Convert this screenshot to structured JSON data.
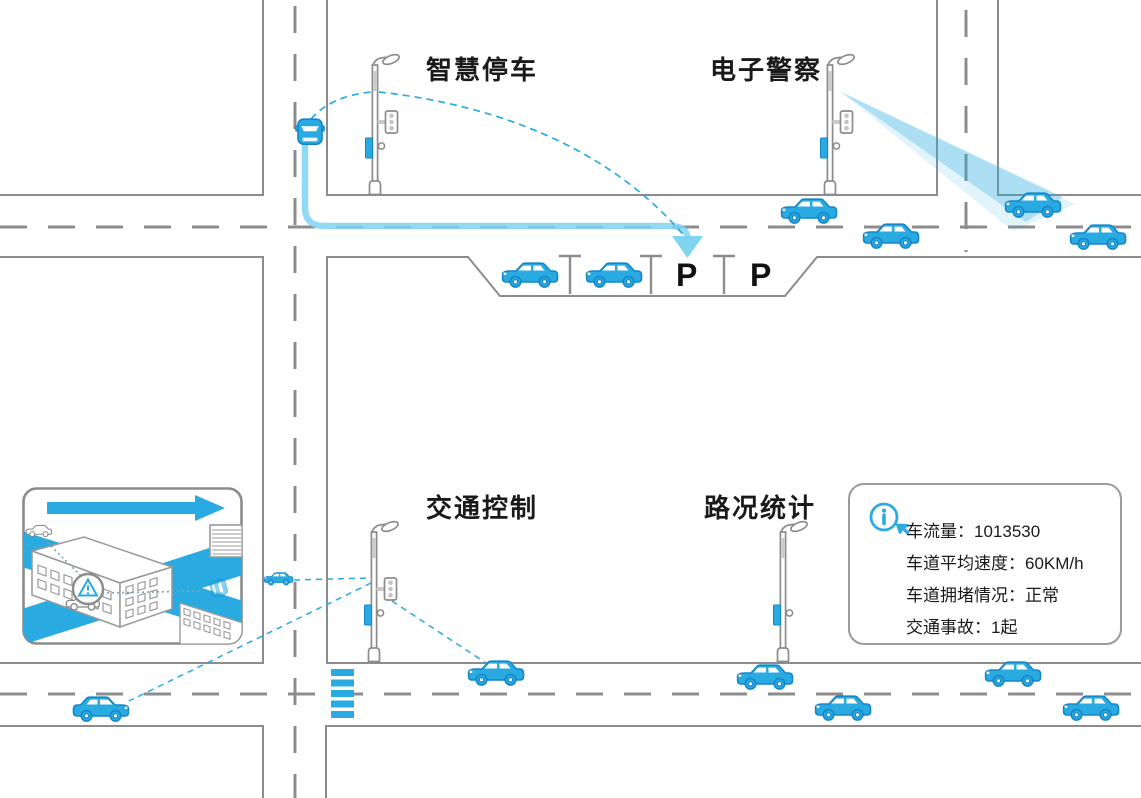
{
  "scene": {
    "labels": {
      "smart_parking": "智慧停车",
      "e_police": "电子警察",
      "traffic_control": "交通控制",
      "road_stats": "路况统计"
    },
    "parking": {
      "spot1": "P",
      "spot2": "P"
    },
    "info_panel": {
      "icon": "info-click-icon",
      "lines": [
        {
          "text": "车流量：1013530"
        },
        {
          "text": "车道平均速度：60KM/h"
        },
        {
          "text": "车道拥堵情况：正常"
        },
        {
          "text": "交通事故：1起"
        }
      ]
    },
    "colors": {
      "accent_blue": "#29ABE2",
      "car_stroke_blue": "#1486C8",
      "guide_path_blue": "#7FD4F2",
      "road_line_gray": "#8C8C8C",
      "text_dark": "#1A1A1A"
    }
  }
}
